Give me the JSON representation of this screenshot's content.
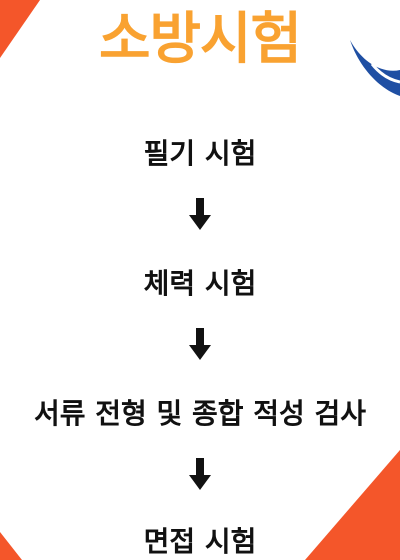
{
  "title": "소방시험",
  "steps": [
    {
      "label": "필기 시험"
    },
    {
      "label": "체력 시험"
    },
    {
      "label": "서류 전형 및 종합 적성 검사"
    },
    {
      "label": "면접 시험"
    }
  ],
  "colors": {
    "title": "#f9a231",
    "accent": "#f4562a",
    "logo": "#1f4fa3",
    "text": "#111111"
  },
  "icons": [
    "arrow-down-icon",
    "wing-logo-icon"
  ]
}
